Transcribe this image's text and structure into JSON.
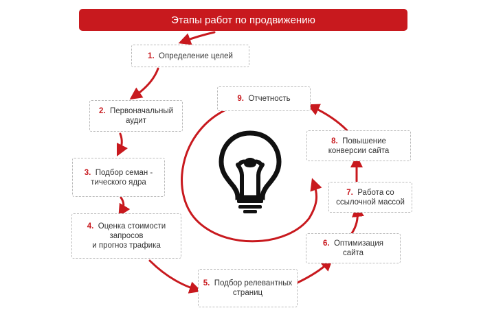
{
  "title": "Этапы работ по продвижению",
  "steps": [
    {
      "num": "1.",
      "line1": "Определение целей",
      "line2": "",
      "line3": ""
    },
    {
      "num": "2.",
      "line1": "Первоначальный",
      "line2": "аудит",
      "line3": ""
    },
    {
      "num": "3.",
      "line1": "Подбор семан -",
      "line2": "тического ядра",
      "line3": ""
    },
    {
      "num": "4.",
      "line1": "Оценка стоимости",
      "line2": "запросов",
      "line3": "и прогноз трафика"
    },
    {
      "num": "5.",
      "line1": "Подбор релевантных",
      "line2": "страниц",
      "line3": ""
    },
    {
      "num": "6.",
      "line1": "Оптимизация",
      "line2": "сайта",
      "line3": ""
    },
    {
      "num": "7.",
      "line1": "Работа со",
      "line2": "ссылочной массой",
      "line3": ""
    },
    {
      "num": "8.",
      "line1": "Повышение",
      "line2": "конверсии сайта",
      "line3": ""
    },
    {
      "num": "9.",
      "line1": "Отчетность",
      "line2": "",
      "line3": ""
    }
  ],
  "colors": {
    "accent": "#c8191e",
    "border": "#b9b9b9",
    "text": "#333333"
  },
  "icons": {
    "center": "lightbulb-icon"
  }
}
